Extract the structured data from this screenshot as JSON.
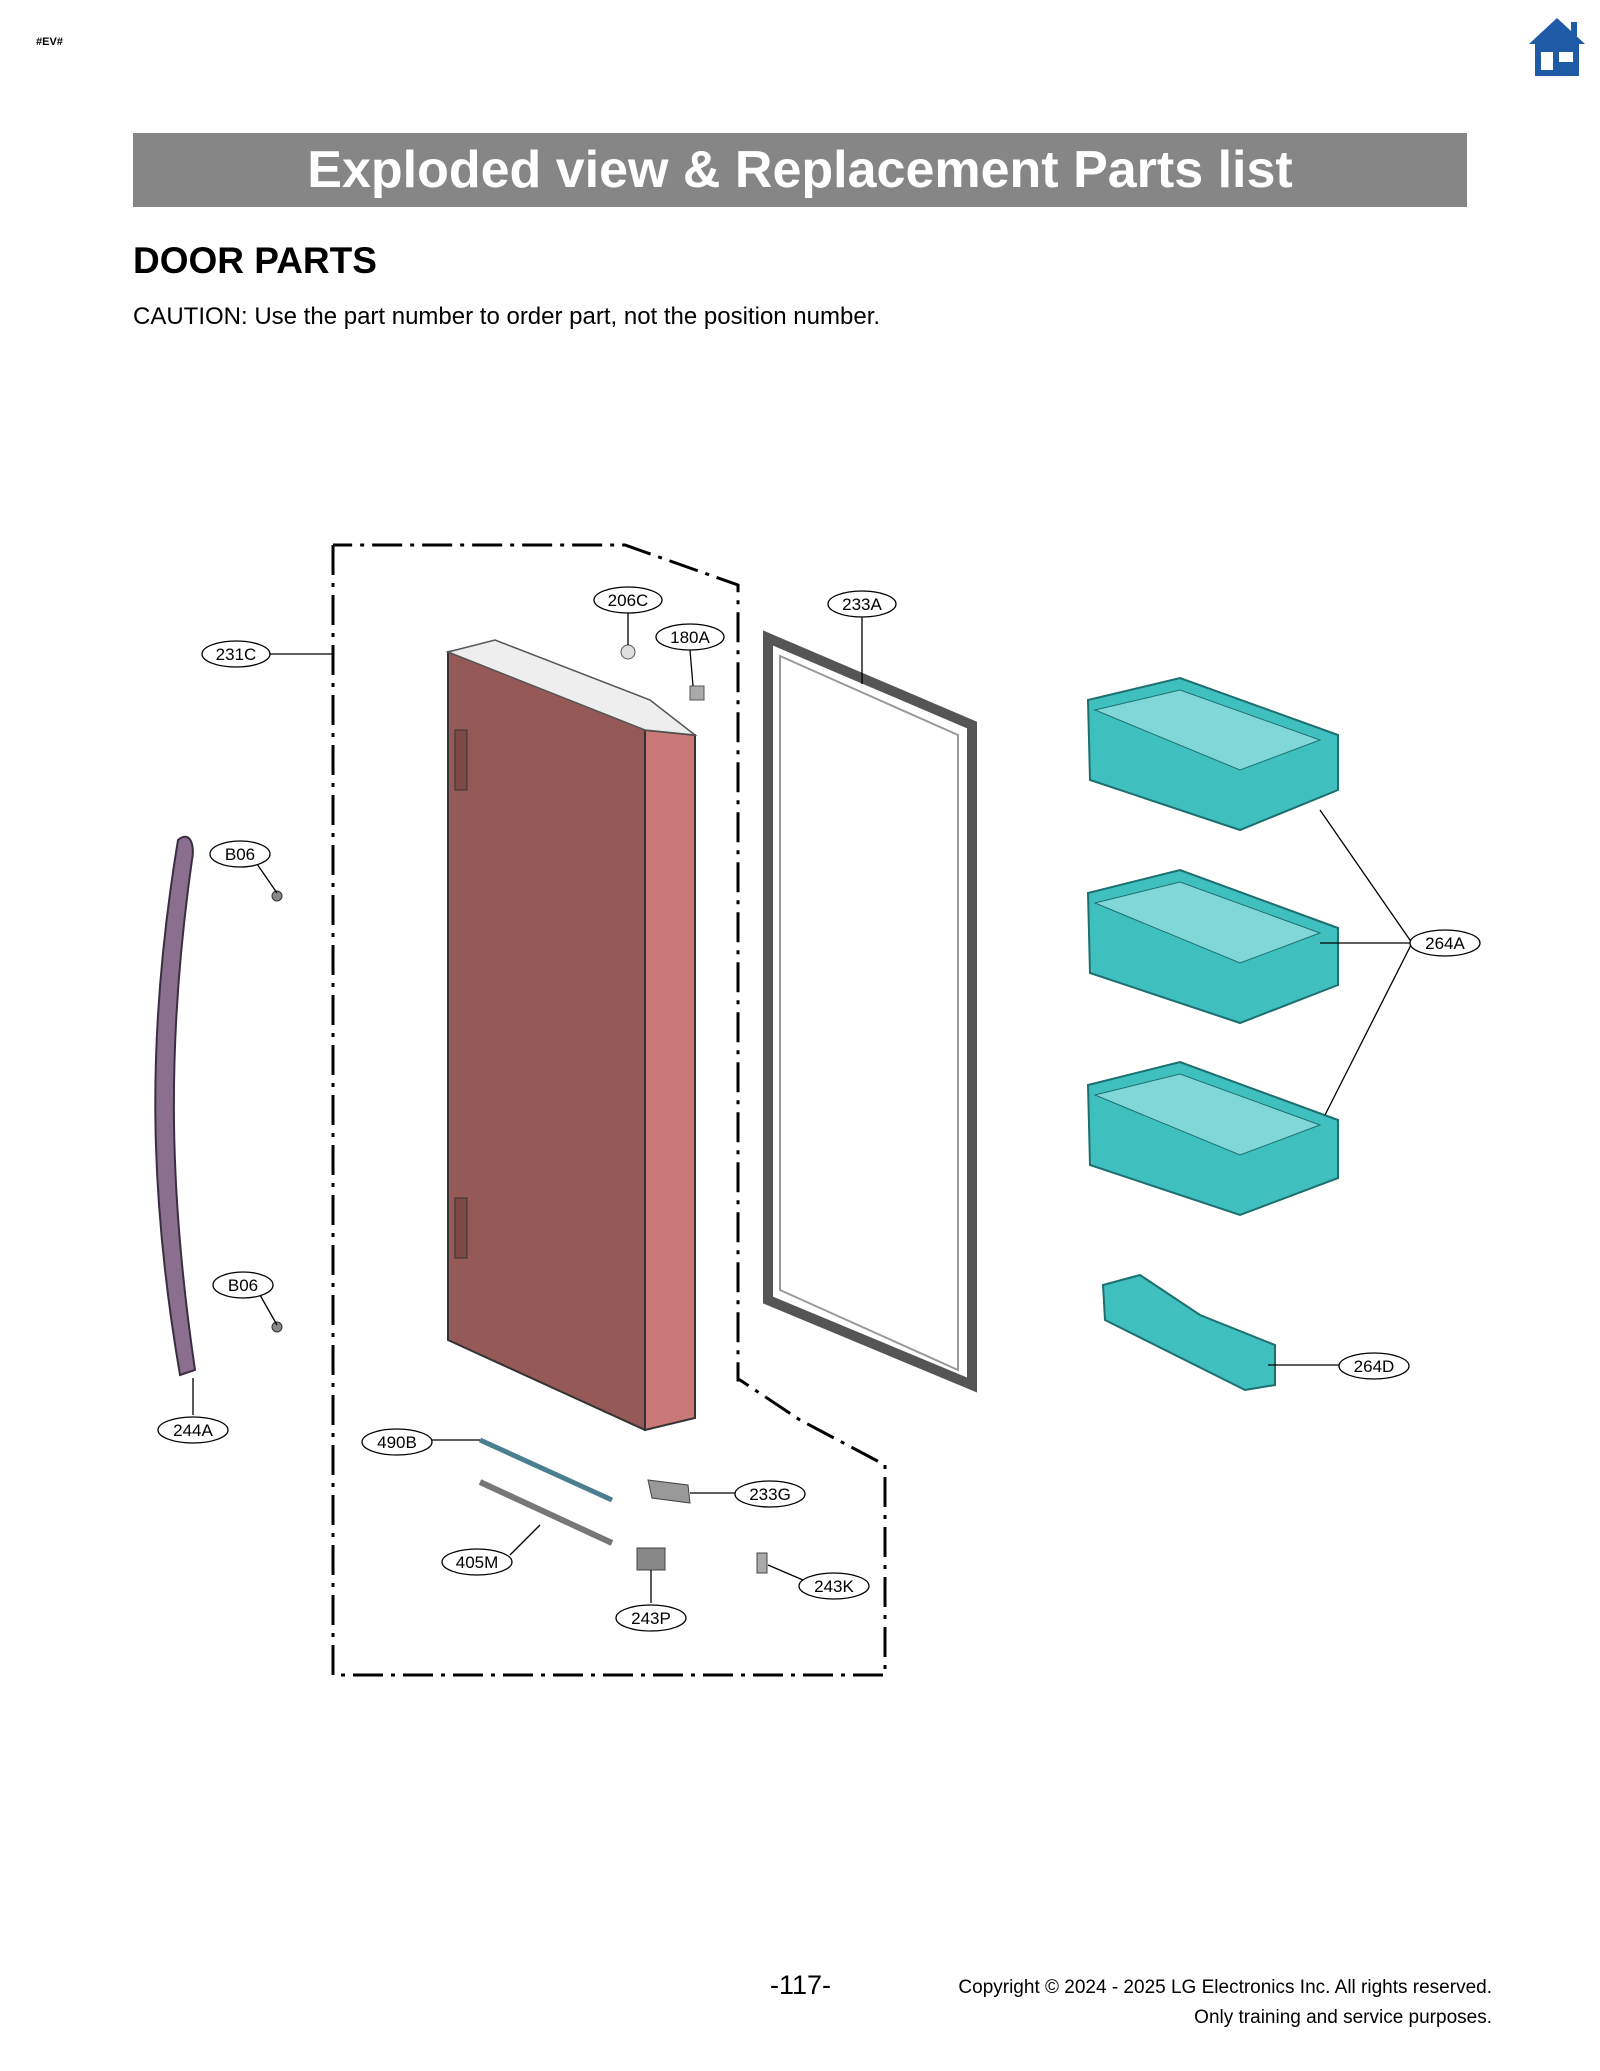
{
  "header": {
    "corner_tag": "#EV#",
    "home_icon": "home-icon"
  },
  "banner": {
    "title": "Exploded view & Replacement Parts list"
  },
  "section": {
    "title": "DOOR PARTS",
    "caution": "CAUTION: Use the part number to order part, not the position number."
  },
  "callouts": {
    "c206C": "206C",
    "c180A": "180A",
    "c233A": "233A",
    "c231C": "231C",
    "cB06a": "B06",
    "cB06b": "B06",
    "c244A": "244A",
    "c264A": "264A",
    "c264D": "264D",
    "c490B": "490B",
    "c233G": "233G",
    "c405M": "405M",
    "c243K": "243K",
    "c243P": "243P"
  },
  "colors": {
    "banner_bg": "#868686",
    "door_front": "#955a58",
    "door_side": "#c97977",
    "bin_color": "#3fbfbe",
    "handle": "#8a6f8f",
    "home_icon": "#1f5aa6"
  },
  "footer": {
    "page_number": "-117-",
    "copyright_line1": "Copyright © 2024 - 2025 LG Electronics Inc. All rights reserved.",
    "copyright_line2": "Only training and service purposes."
  }
}
